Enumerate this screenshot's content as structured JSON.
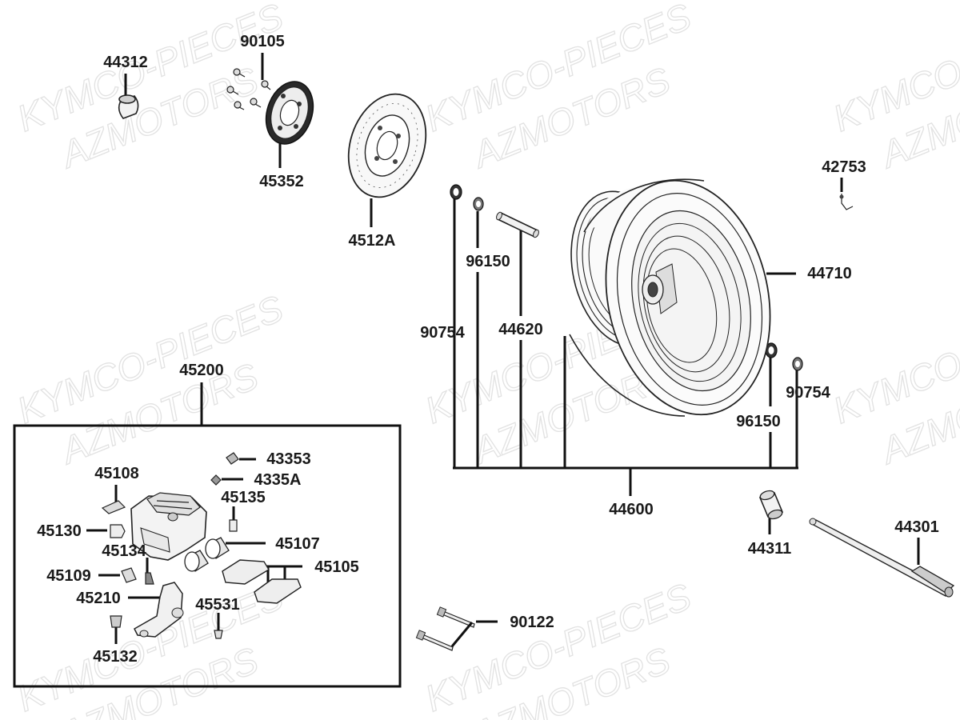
{
  "watermarks": [
    {
      "id": "wm-kymco-1",
      "text": "KYMCO-PIECES"
    },
    {
      "id": "wm-az-1",
      "text": "AZMOTORS"
    },
    {
      "id": "wm-kymco-2",
      "text": "KYMCO-PIECES"
    },
    {
      "id": "wm-az-2",
      "text": "AZMOTORS"
    },
    {
      "id": "wm-kymco-3",
      "text": "KYMCO-PIECES"
    },
    {
      "id": "wm-az-3",
      "text": "AZMOTORS"
    },
    {
      "id": "wm-kymco-4",
      "text": "KYMCO-PIECES"
    },
    {
      "id": "wm-az-4",
      "text": "AZMOTORS"
    },
    {
      "id": "wm-kymco-5",
      "text": "KYMCO-PIECES"
    },
    {
      "id": "wm-az-5",
      "text": "AZMOTORS"
    },
    {
      "id": "wm-kymco-6",
      "text": "KYMCO-PIECES"
    },
    {
      "id": "wm-az-6",
      "text": "AZMOTORS"
    },
    {
      "id": "wm-kymco-7",
      "text": "KYMCO-PIECES"
    },
    {
      "id": "wm-az-7",
      "text": "AZMOTORS"
    },
    {
      "id": "wm-kymco-8",
      "text": "KYMCO-PIECES"
    },
    {
      "id": "wm-az-8",
      "text": "AZMOTORS"
    }
  ],
  "labels": {
    "p44312": "44312",
    "p90105": "90105",
    "p45352": "45352",
    "p4512A": "4512A",
    "p42753": "42753",
    "p96150a": "96150",
    "p44620": "44620",
    "p90754a": "90754",
    "p44710": "44710",
    "p90754b": "90754",
    "p96150b": "96150",
    "p44600": "44600",
    "p45200": "45200",
    "p43353": "43353",
    "p4335A": "4335A",
    "p45108": "45108",
    "p45135": "45135",
    "p45130": "45130",
    "p45107": "45107",
    "p45134": "45134",
    "p45105": "45105",
    "p45109": "45109",
    "p45210": "45210",
    "p45531": "45531",
    "p45132": "45132",
    "p44311": "44311",
    "p44301": "44301",
    "p90122": "90122"
  }
}
